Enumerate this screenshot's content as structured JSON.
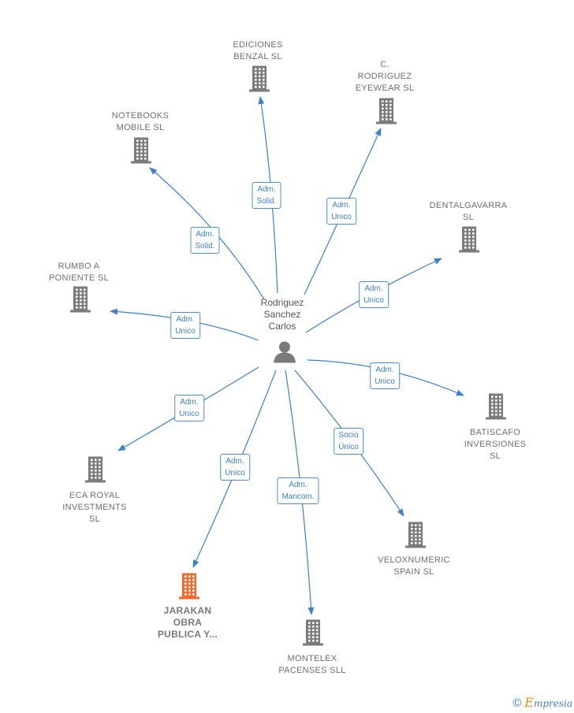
{
  "center": {
    "label": "Rodriguez\nSanchez\nCarlos",
    "icon": "person-icon"
  },
  "colors": {
    "edge": "#3e7fcf",
    "building": "#7b7b7b",
    "highlight": "#f26a2d",
    "text": "#6f6f6f"
  },
  "nodes": [
    {
      "id": "ediciones",
      "label": "EDICIONES\nBENZAL SL",
      "relation": "Adm.\nSolid.",
      "highlight": false
    },
    {
      "id": "rodriguez-eyewear",
      "label": "C.\nRODRIGUEZ\nEYEWEAR  SL",
      "relation": "Adm.\nUnico",
      "highlight": false
    },
    {
      "id": "notebooks",
      "label": "NOTEBOOKS\nMOBILE  SL",
      "relation": "Adm.\nSolid.",
      "highlight": false
    },
    {
      "id": "dentalgavarra",
      "label": "DENTALGAVARRA\nSL",
      "relation": "Adm.\nUnico",
      "highlight": false
    },
    {
      "id": "rumbo",
      "label": "RUMBO A\nPONIENTE  SL",
      "relation": "Adm.\nUnico",
      "highlight": false
    },
    {
      "id": "batiscafo",
      "label": "BATISCAFO\nINVERSIONES\nSL",
      "relation": "Adm.\nUnico",
      "highlight": false
    },
    {
      "id": "eca",
      "label": "ECA ROYAL\nINVESTMENTS\nSL",
      "relation": "Adm.\nUnico",
      "highlight": false
    },
    {
      "id": "veloxnumeric",
      "label": "VELOXNUMERIC\nSPAIN  SL",
      "relation": "Socio\nÚnico",
      "highlight": false
    },
    {
      "id": "jarakan",
      "label": "JARAKAN\nOBRA\nPUBLICA Y...",
      "relation": "Adm.\nUnico",
      "highlight": true
    },
    {
      "id": "montelex",
      "label": "MONTELEX\nPACENSES  SLL",
      "relation": "Adm.\nMancom.",
      "highlight": false
    }
  ],
  "brand": {
    "copyright": "©",
    "e": "E",
    "rest": "mpresia"
  }
}
